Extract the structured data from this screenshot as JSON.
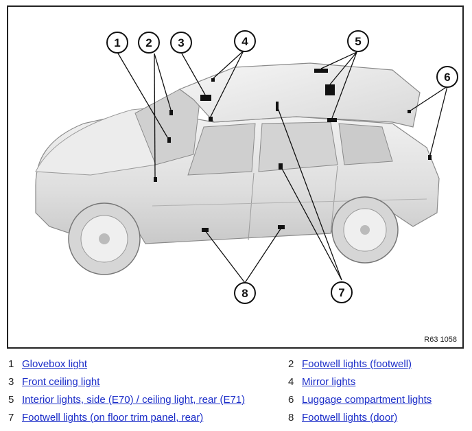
{
  "figure": {
    "reference_code": "R63 1058",
    "callouts": [
      "1",
      "2",
      "3",
      "4",
      "5",
      "6",
      "7",
      "8"
    ]
  },
  "legend": [
    {
      "number": "1",
      "label": "Glovebox light"
    },
    {
      "number": "2",
      "label": "Footwell lights (footwell)"
    },
    {
      "number": "3",
      "label": "Front ceiling light"
    },
    {
      "number": "4",
      "label": "Mirror lights"
    },
    {
      "number": "5",
      "label": "Interior lights, side (E70) / ceiling light, rear (E71)"
    },
    {
      "number": "6",
      "label": "Luggage compartment lights"
    },
    {
      "number": "7",
      "label": "Footwell lights (on floor trim panel, rear)"
    },
    {
      "number": "8",
      "label": "Footwell lights (door)"
    }
  ],
  "colors": {
    "link": "#1a2cc8",
    "car_body": "#e6e6e6",
    "outline": "#222222"
  }
}
